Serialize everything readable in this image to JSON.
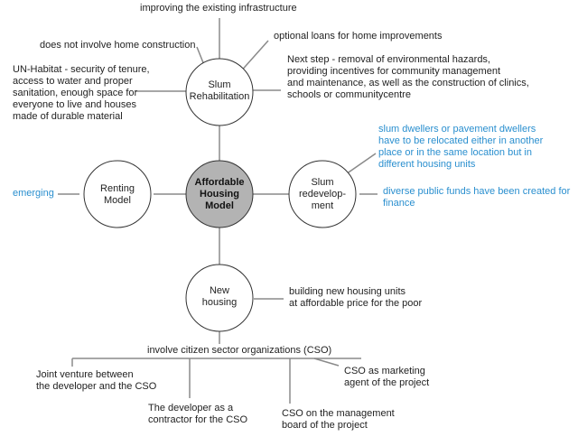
{
  "diagram": {
    "colors": {
      "line": "#8a8a8a",
      "node_fill": "#ffffff",
      "center_fill": "#b3b3b3",
      "node_stroke": "#333333",
      "text": "#222222",
      "blue_text": "#2a8fcf"
    },
    "nodes": {
      "center": "Affordable\nHousing\nModel",
      "slum_rehab": "Slum\nRehabilitation",
      "renting": "Renting\nModel",
      "slum_redev": "Slum\nredevelop-\nment",
      "new_housing": "New\nhousing"
    },
    "labels": {
      "improving": "improving the existing infrastructure",
      "no_home_construction": "does not involve home construction",
      "optional_loans": "optional loans for home improvements",
      "un_habitat": "UN-Habitat - security of tenure,\naccess to water and proper\nsanitation, enough space for\neveryone to live and houses\nmade of durable material",
      "next_step": "Next step - removal of environmental hazards,\nproviding incentives for community management\nand maintenance, as well as the construction of clinics,\nschools or communitycentre",
      "relocated": "slum dwellers or pavement dwellers\nhave to be relocated either in another\nplace or in the same location but in\ndifferent housing units",
      "public_funds": "diverse public funds have been created for\nfinance",
      "emerging": "emerging",
      "building_units": "building new housing units\nat affordable price for the poor",
      "cso": "involve citizen sector organizations (CSO)",
      "joint_venture": "Joint venture between\nthe developer and the CSO",
      "contractor": "The developer as a\ncontractor for the CSO",
      "management_board": "CSO on the management\nboard of the project",
      "marketing_agent": "CSO as marketing\nagent of the project"
    }
  }
}
